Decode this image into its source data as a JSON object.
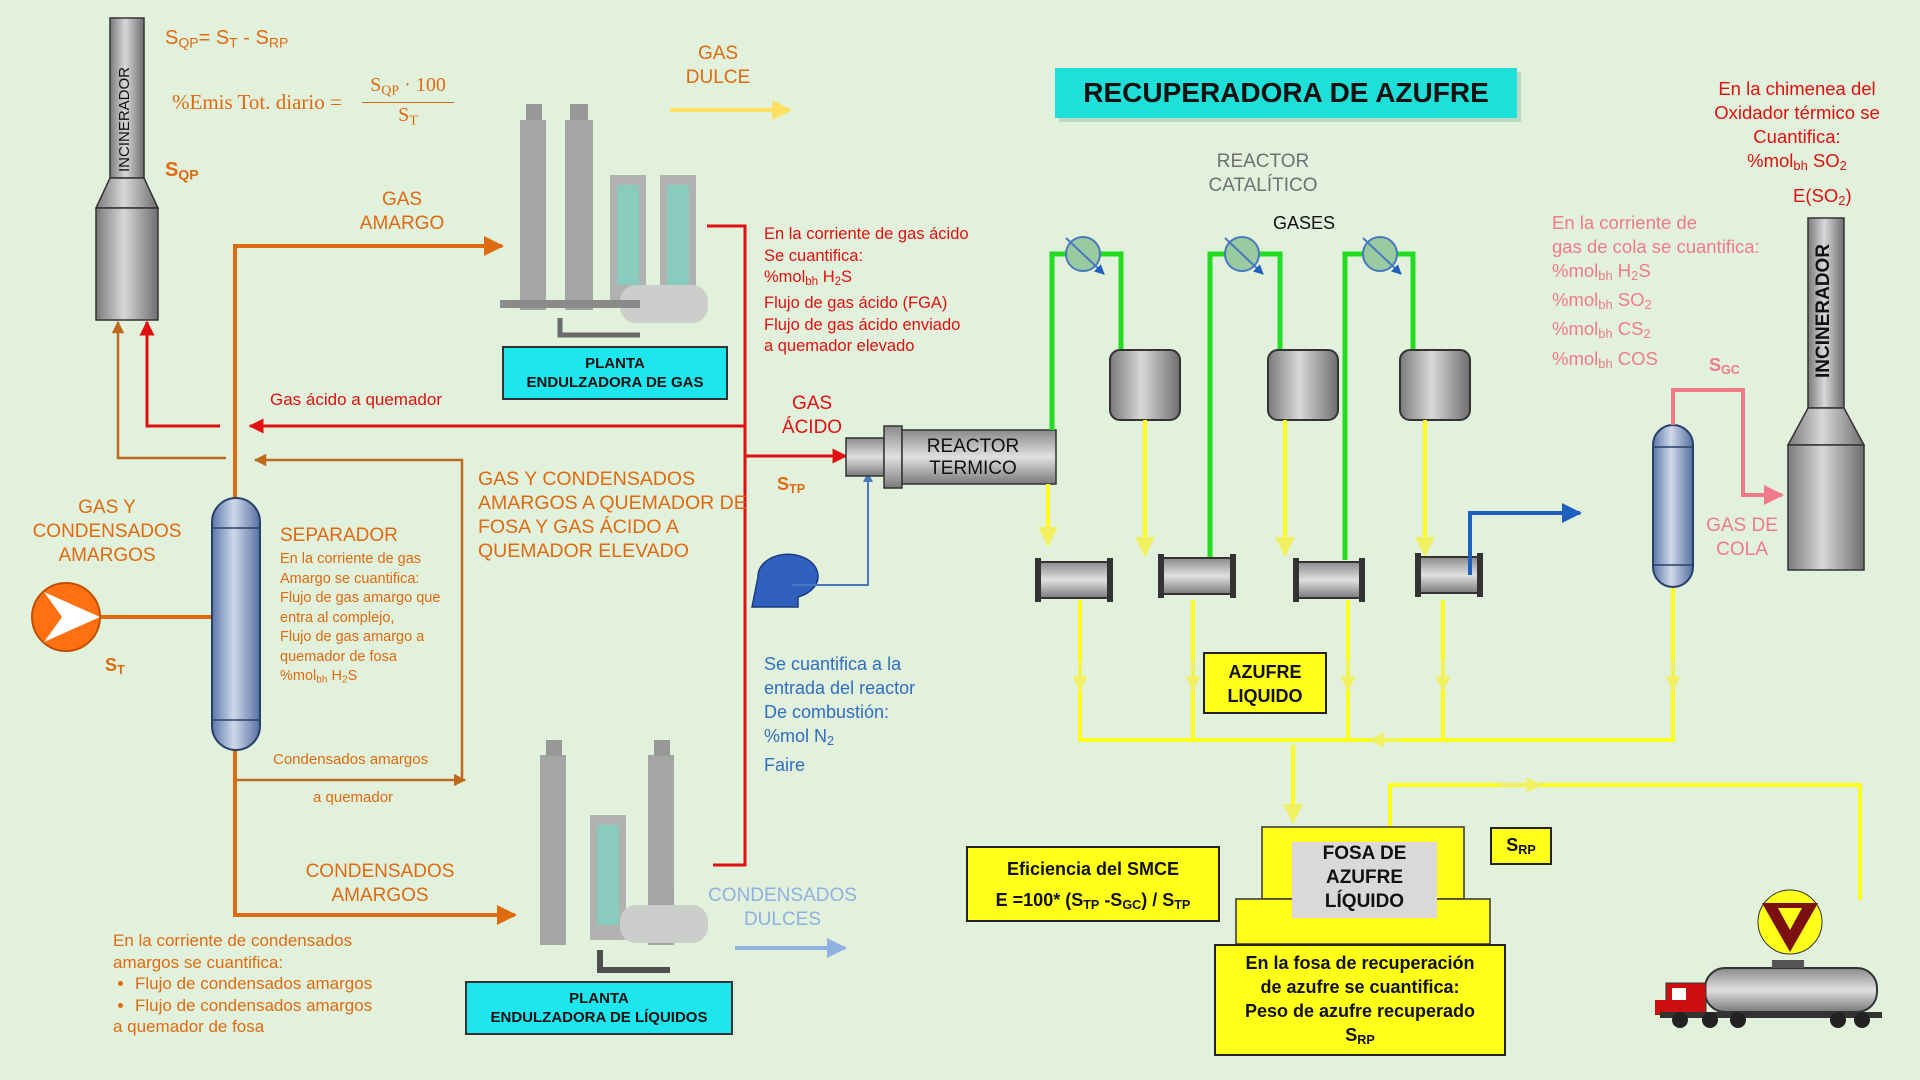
{
  "title": "RECUPERADORA DE AZUFRE",
  "formulas": {
    "sqp_s": "S",
    "sqp_sub": "QP",
    "sqp_eq": "= S",
    "sqp_t": "T",
    "sqp_minus": " - S",
    "sqp_rp": "RP",
    "emis_label": "%Emis Tot. diario =",
    "emis_num_s": "S",
    "emis_num_sub": "QP",
    "emis_num_rest": " · 100",
    "emis_den_s": "S",
    "emis_den_sub": "T"
  },
  "incinerator_left": {
    "label": "INCINERADOR",
    "stream_s": "S",
    "stream_sub": "QP"
  },
  "incinerator_right": {
    "label": "INCINERADOR"
  },
  "feed": {
    "label": "GAS Y CONDENSADOS AMARGOS",
    "stream_s": "S",
    "stream_sub": "T"
  },
  "separator": {
    "title": "SEPARADOR",
    "line1": "En la corriente de gas",
    "line2": "Amargo se cuantifica:",
    "line3": "Flujo de gas amargo que",
    "line4": "entra al complejo,",
    "line5": "Flujo de gas amargo a",
    "line6": "quemador de fosa",
    "line7_pre": "%mol",
    "line7_sub1": "bh",
    "line7_mid": " H",
    "line7_sub2": "2",
    "line7_post": "S"
  },
  "gas_amargo": "GAS AMARGO",
  "gas_dulce": "GAS DULCE",
  "gas_acido_quemador": "Gas ácido a quemador",
  "gas_cond_quemador": "GAS Y CONDENSADOS AMARGOS A QUEMADOR DE  FOSA Y GAS ÁCIDO A QUEMADOR ELEVADO",
  "cond_amargos_quemador_1": "Condensados amargos",
  "cond_amargos_quemador_2": "a quemador",
  "condensados_amargos": "CONDENSADOS AMARGOS",
  "condensados_dulces": "CONDENSADOS DULCES",
  "planta_gas": {
    "line1": "PLANTA",
    "line2": "ENDULZADORA DE GAS"
  },
  "planta_liq": {
    "line1": "PLANTA",
    "line2": "ENDULZADORA DE LÍQUIDOS"
  },
  "gas_acido_note": {
    "line1": "En la corriente de gas ácido",
    "line2": "Se cuantifica:",
    "line3_pre": "%mol",
    "line3_sub1": "bh",
    "line3_mid": " H",
    "line3_sub2": "2",
    "line3_post": "S",
    "line4": "Flujo de gas ácido (FGA)",
    "line5": "Flujo de gas ácido enviado",
    "line6": "a quemador elevado"
  },
  "gas_acido": "GAS ÁCIDO",
  "stp": {
    "s": "S",
    "sub": "TP"
  },
  "reactor_termico": "REACTOR TERMICO",
  "combustion_note": {
    "line1": "Se cuantifica a la",
    "line2": "entrada del reactor",
    "line3": "De combustión:",
    "line4": "%mol  N",
    "line4_sub": "2",
    "line5": "Faire"
  },
  "reactor_catalitico": "REACTOR CATALÍTICO",
  "gases": "GASES",
  "azufre_liquido": "AZUFRE LIQUIDO",
  "fosa": "FOSA DE AZUFRE LÍQUIDO",
  "srp": {
    "s": "S",
    "sub": "RP"
  },
  "eficiencia": {
    "line1": "Eficiencia del SMCE",
    "l2_a": "E =100* (S",
    "l2_sub1": "TP",
    "l2_b": " -S",
    "l2_sub2": "GC",
    "l2_c": ") / S",
    "l2_sub3": "TP"
  },
  "fosa_note": {
    "line1": "En la fosa de recuperación",
    "line2": "de azufre se cuantifica:",
    "line3": "Peso de azufre recuperado",
    "line4_s": "S",
    "line4_sub": "RP"
  },
  "cola_note": {
    "line1": "En la corriente de",
    "line2": "gas de cola se cuantifica:",
    "items": [
      {
        "pre": "%mol",
        "sub": "bh",
        "mid": " H",
        "sub2": "2",
        "post": "S"
      },
      {
        "pre": "%mol",
        "sub": "bh",
        "mid": " SO",
        "sub2": "2",
        "post": ""
      },
      {
        "pre": "%mol",
        "sub": "bh",
        "mid": " CS",
        "sub2": "2",
        "post": ""
      },
      {
        "pre": "%mol",
        "sub": "bh",
        "mid": " COS",
        "sub2": "",
        "post": ""
      }
    ]
  },
  "sgc": {
    "s": "S",
    "sub": "GC"
  },
  "gas_de_cola": "GAS DE COLA",
  "chimenea_note": {
    "line1": "En la chimenea del",
    "line2": "Oxidador térmico se",
    "line3": "Cuantifica:",
    "line4_pre": "%mol",
    "line4_sub": "bh",
    "line4_post": " SO",
    "line4_sub2": "2"
  },
  "eso2": {
    "pre": "E(SO",
    "sub": "2",
    "post": ")"
  },
  "cond_note": {
    "line1": "En la corriente de condensados",
    "line2": "amargos se cuantifica:",
    "bullet1": "Flujo de condensados amargos",
    "bullet2": "Flujo de condensados amargos",
    "line5": "a quemador de fosa"
  },
  "colors": {
    "background": "#e2f1db",
    "orange": "#e06a10",
    "red": "#e01010",
    "green": "#22dd22",
    "yellow": "#ffff1a",
    "blue": "#1f5fbf",
    "cyan": "#1ee6ee",
    "pink": "#f07a8a"
  }
}
